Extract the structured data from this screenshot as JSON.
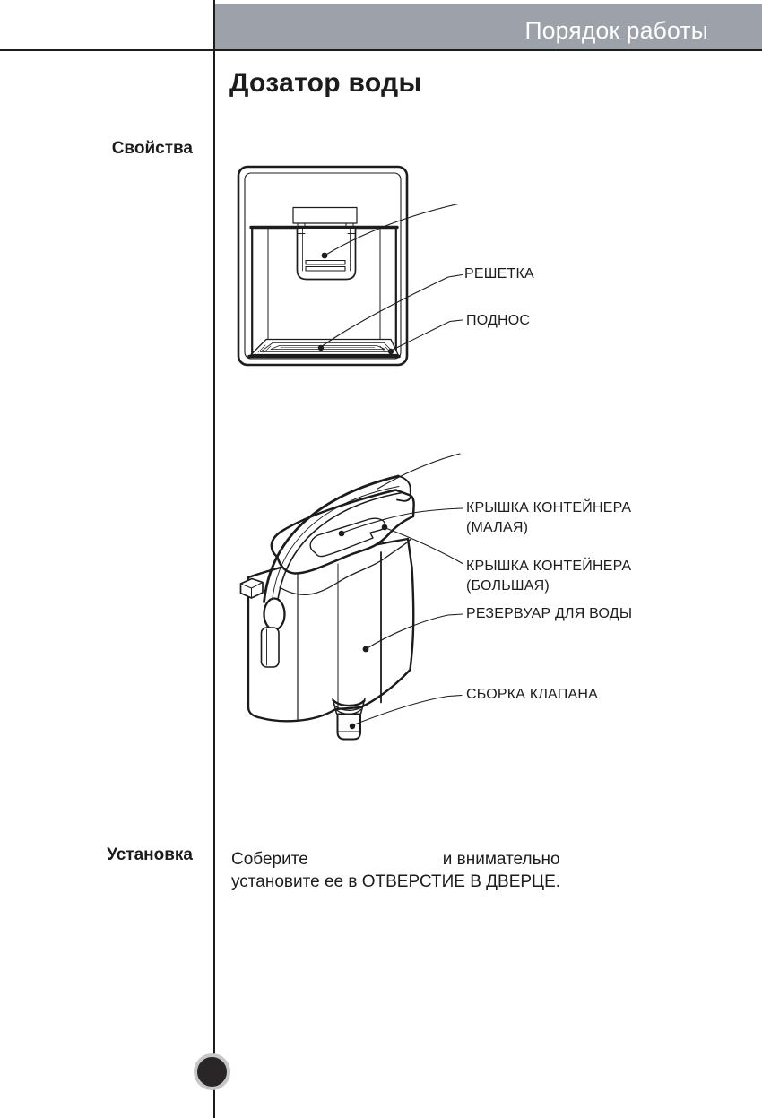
{
  "header": {
    "title": "Порядок работы"
  },
  "title": "Дозатор воды",
  "sections": {
    "properties": "Свойства",
    "installation": "Установка"
  },
  "diagram1": {
    "labels": {
      "grille": "РЕШЕТКА",
      "tray": "ПОДНОС"
    }
  },
  "diagram2": {
    "labels": {
      "small_lid": "КРЫШКА КОНТЕЙНЕРА\n(МАЛАЯ)",
      "large_lid": "КРЫШКА КОНТЕЙНЕРА\n(БОЛЬШАЯ)",
      "reservoir": "РЕЗЕРВУАР ДЛЯ ВОДЫ",
      "valve_assembly": "СБОРКА КЛАПАНА"
    }
  },
  "installation": {
    "sentence_start": "Соберите",
    "sentence_mid": "и внимательно",
    "sentence_end": "установите ее в ОТВЕРСТИЕ В ДВЕРЦЕ."
  },
  "colors": {
    "header_bar": "#9da1a9",
    "ink": "#1c1c1c"
  }
}
